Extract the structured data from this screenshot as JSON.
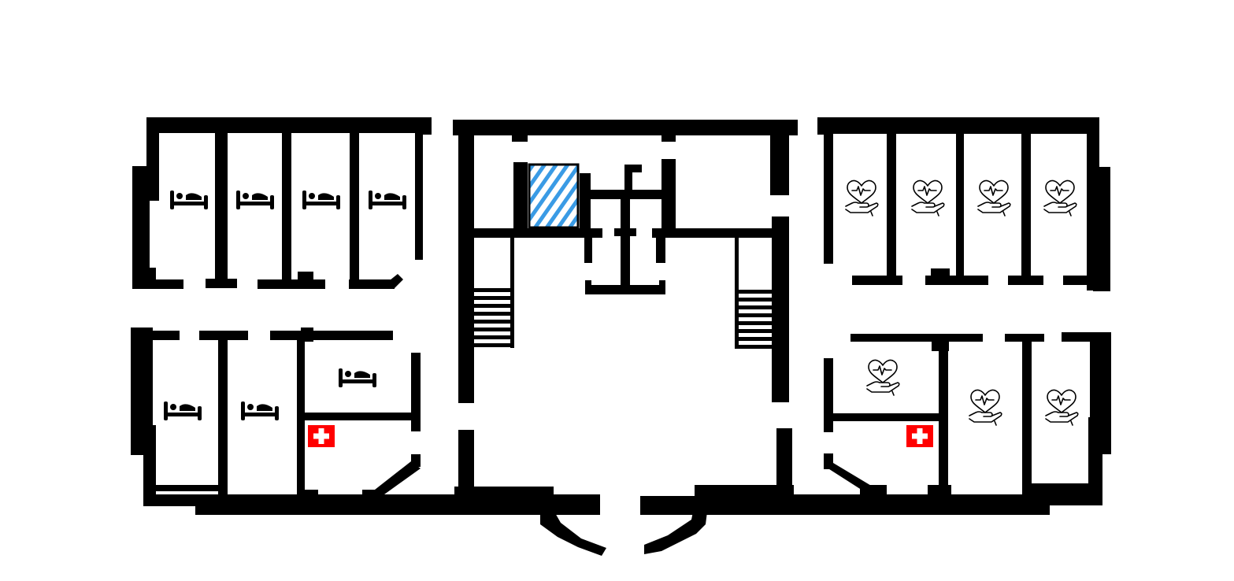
{
  "floor_plan": {
    "background": "#ffffff",
    "wall_color": "#000000",
    "symbols": {
      "bed": {
        "icon": "bed-icon",
        "color": "#000000"
      },
      "care": {
        "icon": "heart-in-hand-icon",
        "color": "#000000"
      },
      "first_aid": {
        "icon": "red-cross-icon",
        "color": "#ff0000",
        "cross_color": "#ffffff"
      },
      "elevator": {
        "icon": "hatched-elevator-icon",
        "stripe_color": "#3a9be5"
      }
    },
    "wings": [
      {
        "name": "left-wing",
        "upper_rooms": [
          "bed",
          "bed",
          "bed",
          "bed"
        ],
        "lower_rooms": [
          "bed",
          "bed",
          "bed",
          "first_aid"
        ]
      },
      {
        "name": "right-wing",
        "upper_rooms": [
          "care",
          "care",
          "care",
          "care"
        ],
        "lower_rooms": [
          "care",
          "first_aid",
          "care",
          "care"
        ]
      }
    ],
    "core": {
      "stairs": 2,
      "elevators": 1,
      "entrances": 2
    }
  }
}
